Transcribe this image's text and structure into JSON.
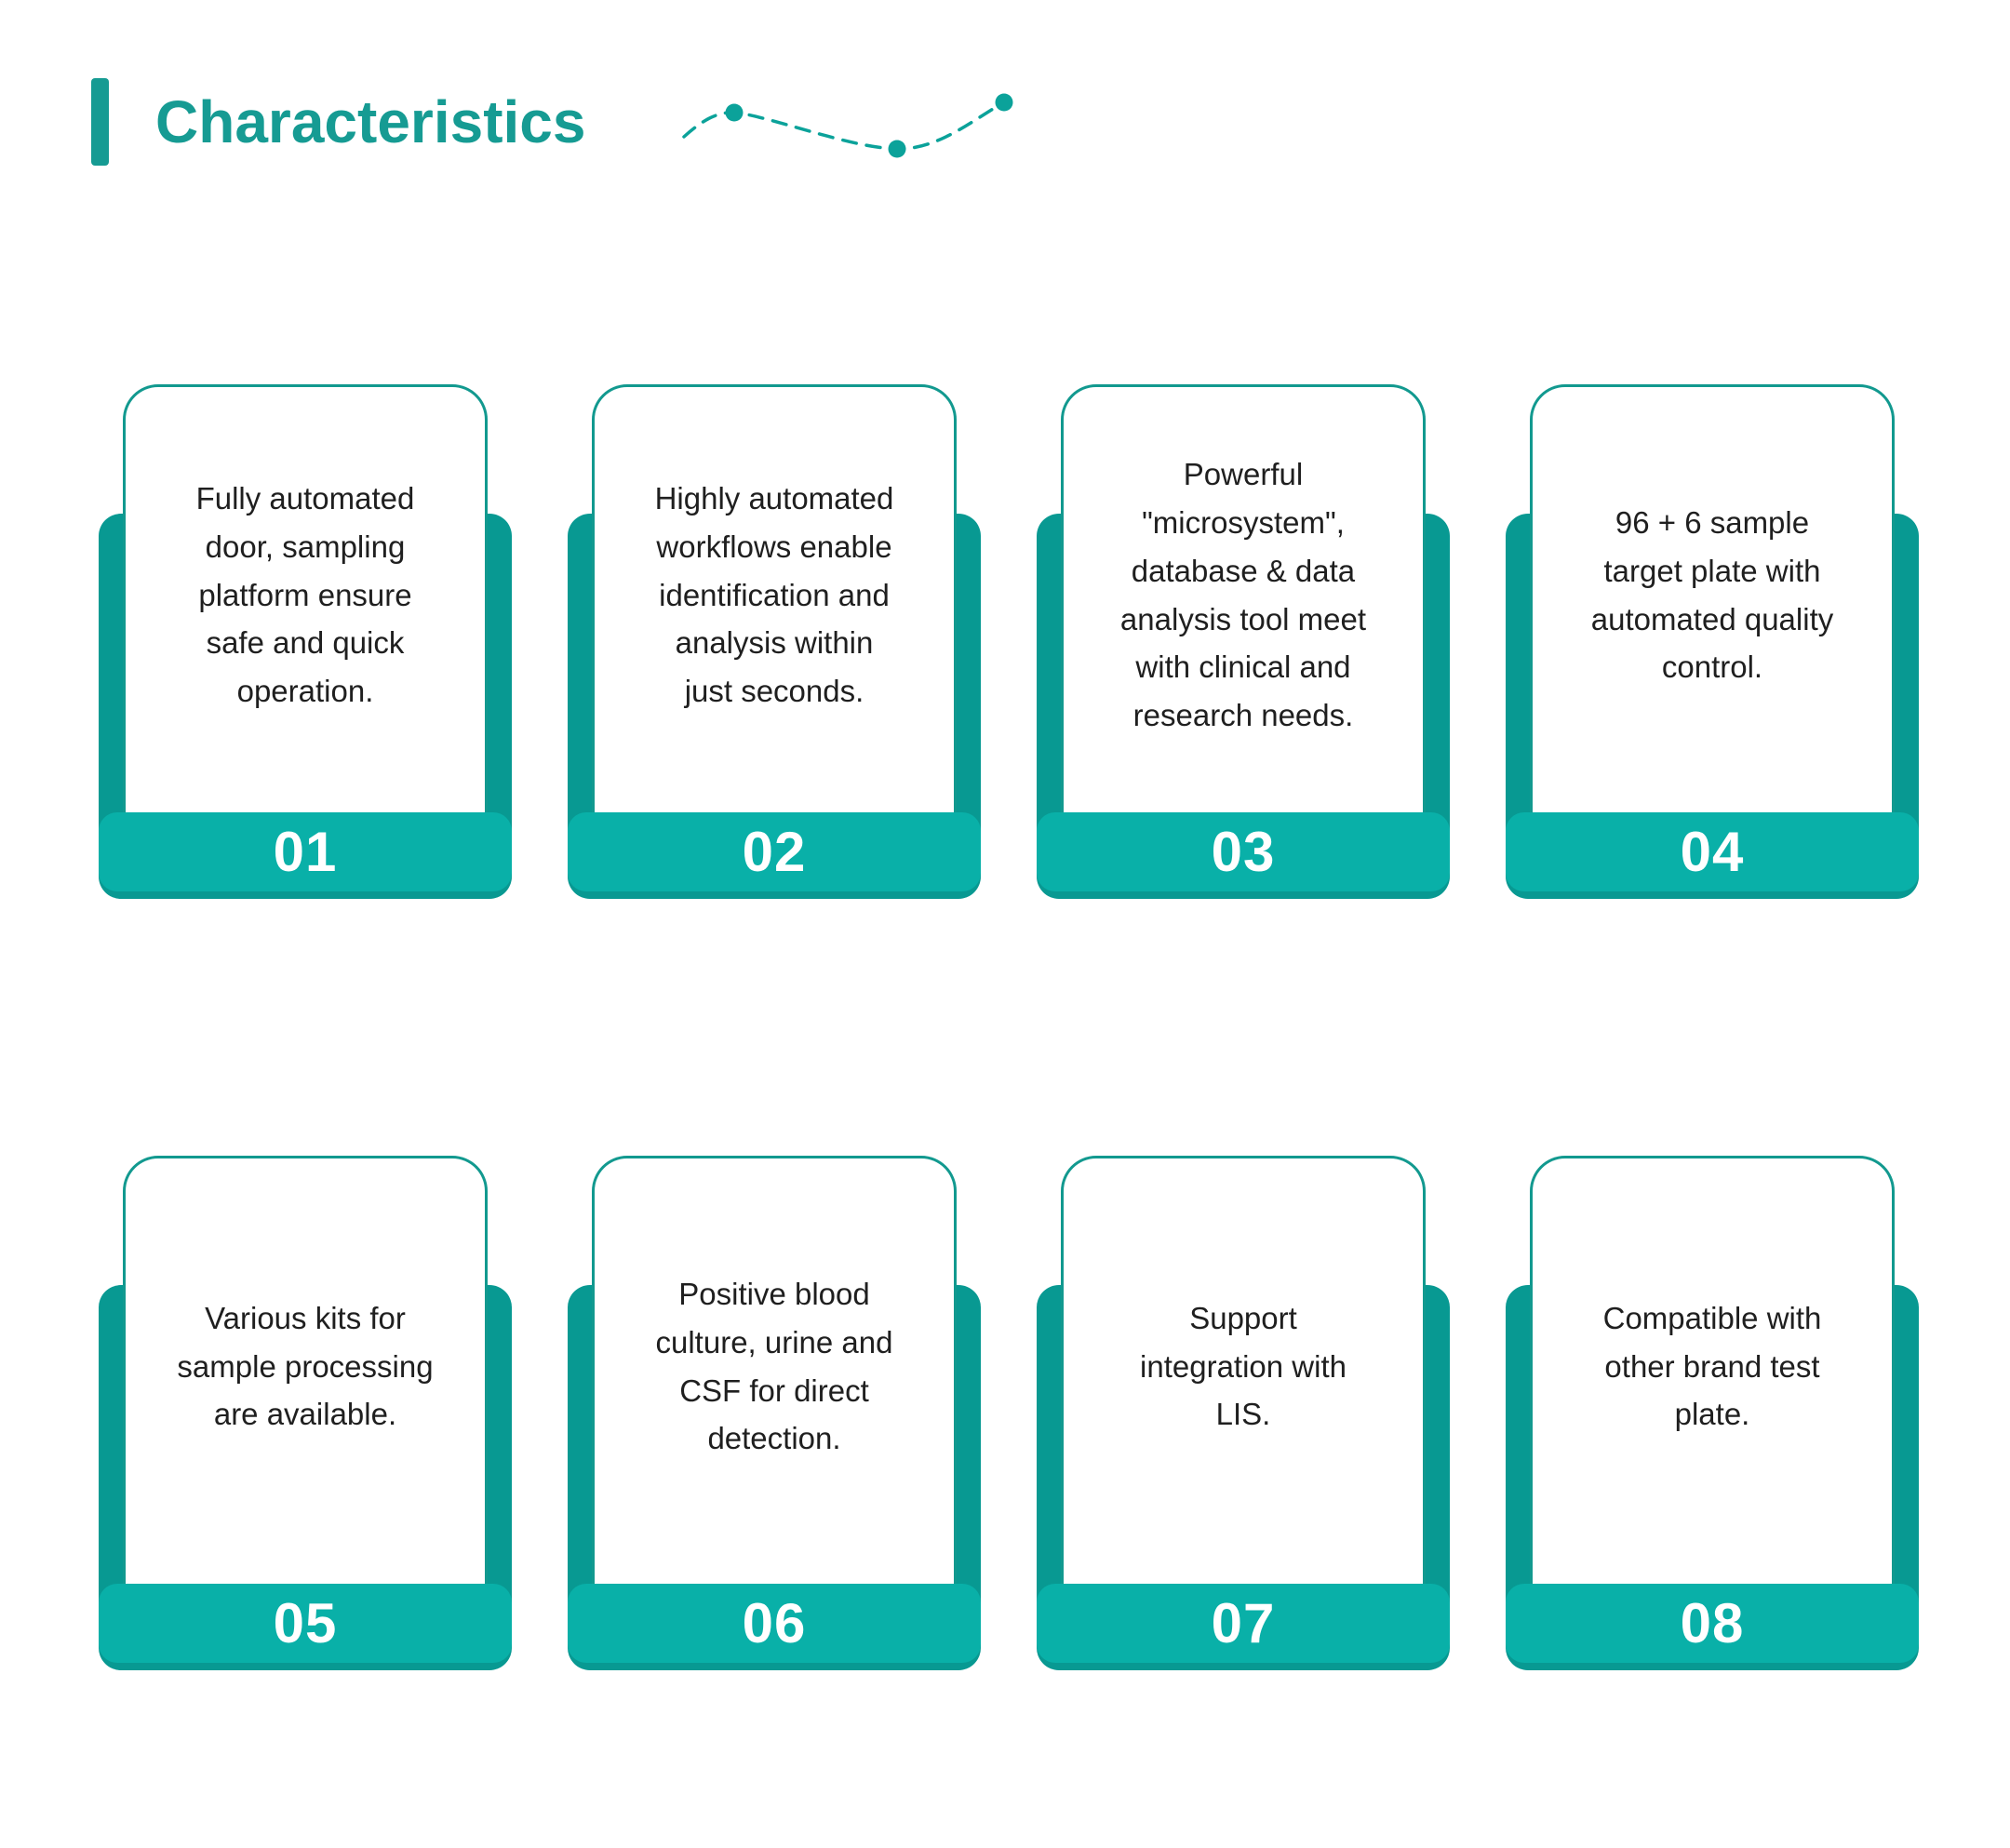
{
  "header": {
    "title": "Characteristics"
  },
  "colors": {
    "teal_title": "#169b93",
    "teal_border": "#12998f",
    "teal_panel": "#089992",
    "teal_banner": "#09b0a8",
    "text_dark": "#1f1f1f",
    "page_bg": "#ffffff"
  },
  "decoration": {
    "type": "dashed-wave",
    "dot_count": 3
  },
  "cards": [
    {
      "number": "01",
      "text": "Fully automated\ndoor, sampling\nplatform ensure\nsafe and quick\noperation."
    },
    {
      "number": "02",
      "text": "Highly automated\nworkflows enable\nidentification and\nanalysis within\njust seconds."
    },
    {
      "number": "03",
      "text": "Powerful\n\"microsystem\",\ndatabase & data\nanalysis tool meet\nwith clinical and\nresearch needs."
    },
    {
      "number": "04",
      "text": "96 + 6 sample\ntarget plate with\nautomated quality\ncontrol."
    },
    {
      "number": "05",
      "text": "Various kits for\nsample processing\nare available."
    },
    {
      "number": "06",
      "text": "Positive blood\nculture, urine and\nCSF for direct\ndetection."
    },
    {
      "number": "07",
      "text": "Support\nintegration with\nLIS."
    },
    {
      "number": "08",
      "text": "Compatible with\nother brand test\nplate."
    }
  ]
}
